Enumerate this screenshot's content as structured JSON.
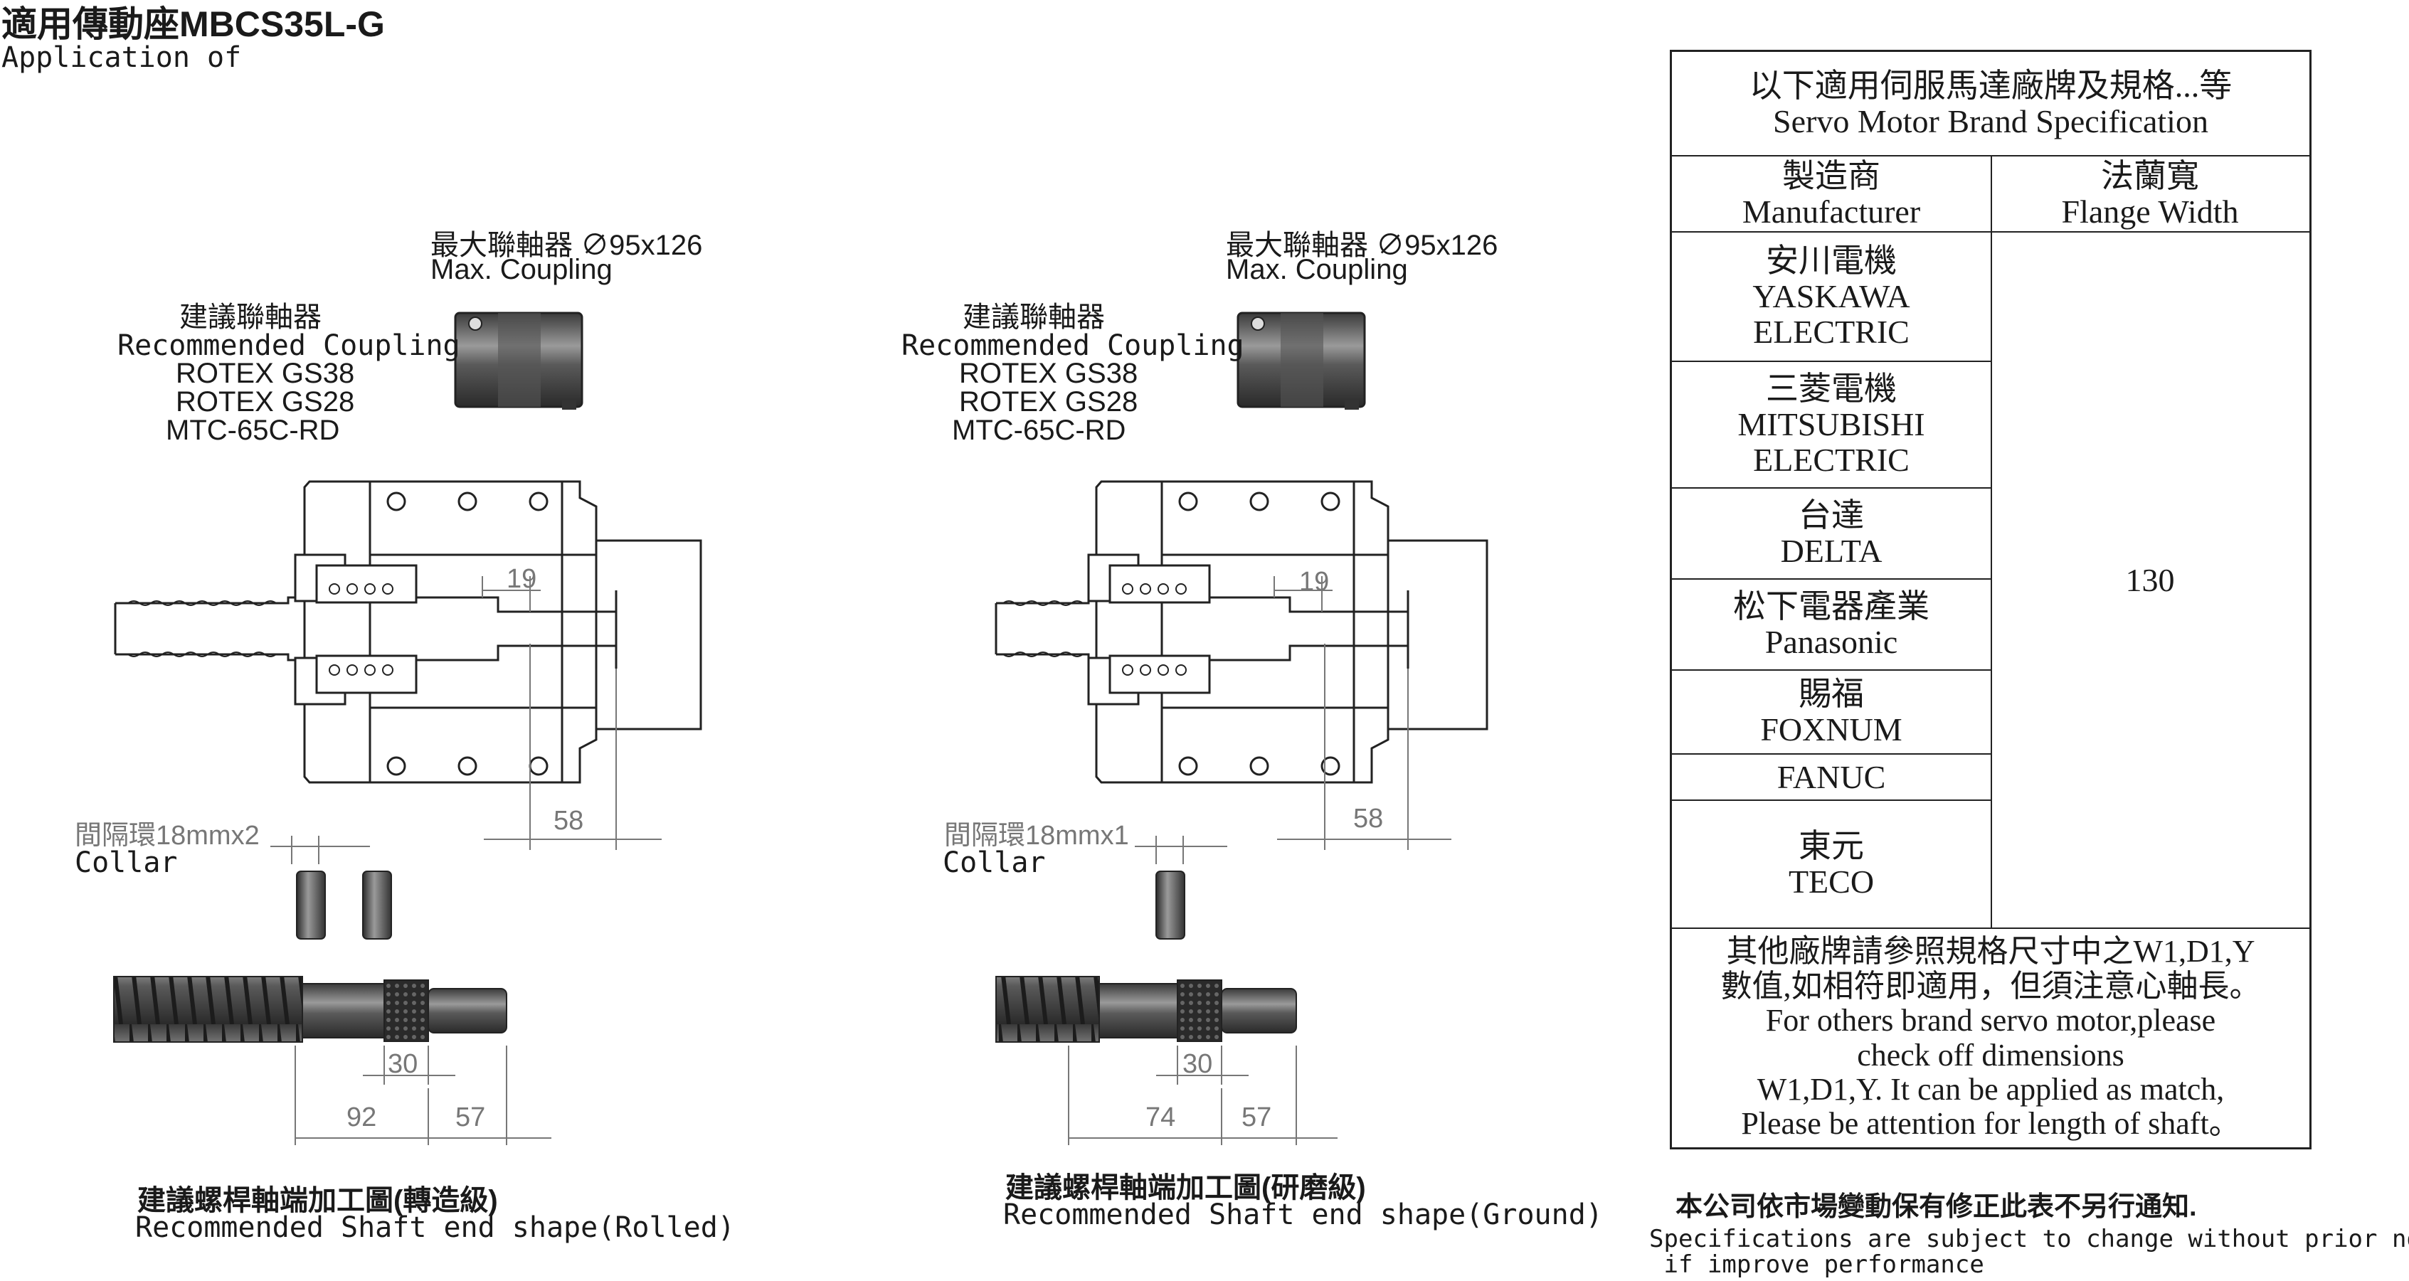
{
  "header": {
    "title": "適用傳動座MBCS35L-G",
    "subtitle": "Application of"
  },
  "left": {
    "max_coupling_zh": "最大聯軸器 ∅95x126",
    "max_coupling_en": "Max. Coupling",
    "rec_zh": "建議聯軸器",
    "rec_en": "Recommended Coupling",
    "rec_items": [
      "ROTEX GS38",
      "ROTEX GS28",
      "MTC-65C-RD"
    ],
    "dim_19": "19",
    "dim_58": "58",
    "collar_zh": "間隔環18mmx2",
    "collar_en": "Collar",
    "dim_30": "30",
    "dim_a": "92",
    "dim_b": "57",
    "shaft_zh": "建議螺桿軸端加工圖(轉造級)",
    "shaft_en": "Recommended Shaft end shape(Rolled)"
  },
  "middle": {
    "max_coupling_zh": "最大聯軸器 ∅95x126",
    "max_coupling_en": "Max. Coupling",
    "rec_zh": "建議聯軸器",
    "rec_en": "Recommended Coupling",
    "rec_items": [
      "ROTEX GS38",
      "ROTEX GS28",
      "MTC-65C-RD"
    ],
    "dim_19": "19",
    "dim_58": "58",
    "collar_zh": "間隔環18mmx1",
    "collar_en": "Collar",
    "dim_30": "30",
    "dim_a": "74",
    "dim_b": "57",
    "shaft_zh": "建議螺桿軸端加工圖(研磨級)",
    "shaft_en": "Recommended Shaft end shape(Ground)"
  },
  "spec_table": {
    "header_zh": "以下適用伺服馬達廠牌及規格...等",
    "header_en": "Servo Motor Brand Specification",
    "col1_zh": "製造商",
    "col1_en": "Manufacturer",
    "col2_zh": "法蘭寬",
    "col2_en": "Flange Width",
    "brands": [
      {
        "zh": "安川電機",
        "en1": "YASKAWA",
        "en2": "ELECTRIC"
      },
      {
        "zh": "三菱電機",
        "en1": "MITSUBISHI",
        "en2": "ELECTRIC"
      },
      {
        "zh": "台達",
        "en1": "DELTA",
        "en2": ""
      },
      {
        "zh": "松下電器產業",
        "en1": "Panasonic",
        "en2": ""
      },
      {
        "zh": "賜福",
        "en1": "FOXNUM",
        "en2": ""
      },
      {
        "zh": "",
        "en1": "FANUC",
        "en2": ""
      },
      {
        "zh": "東元",
        "en1": "TECO",
        "en2": ""
      }
    ],
    "flange_width": "130",
    "footer": [
      "其他廠牌請參照規格尺寸中之W1,D1,Y",
      "數值,如相符即適用，但須注意心軸長。",
      "For others brand servo motor,please",
      "check off dimensions",
      "W1,D1,Y. It can be applied as match,",
      "Please be attention for length of shaft。"
    ]
  },
  "notice": {
    "zh": "本公司依市場變動保有修正此表不另行通知.",
    "en1": "Specifications are subject to change without prior notice",
    "en2": " if improve performance"
  }
}
